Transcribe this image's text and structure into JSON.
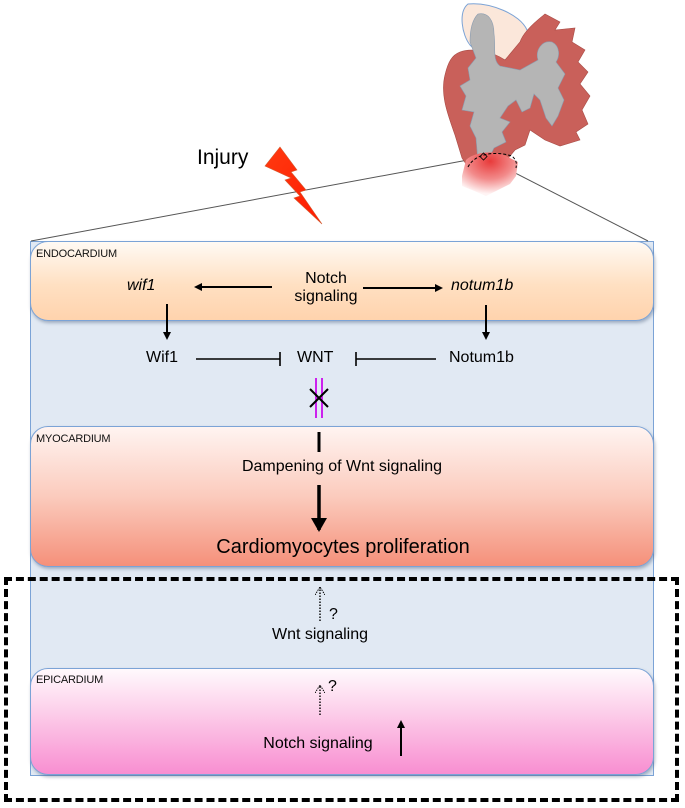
{
  "figure": {
    "injury_label": "Injury",
    "icons": {
      "heart": "heart-illustration",
      "injury": "lightning-bolt-icon"
    },
    "colors": {
      "lightning": "#ff2a00",
      "heart_muscle": "#c9605a",
      "heart_chamber": "#b5b5b5",
      "injury_zone": "#f05050",
      "panel_background": "#e1e9f3",
      "panel_border": "#7ba3d6",
      "endocardium": "#ffd3ad",
      "myocardium": "#f5907a",
      "epicardium": "#f88ed1",
      "blocked_marker": "#cc22ee"
    }
  },
  "endocardium": {
    "region_label": "ENDOCARDIUM",
    "center_label_line1": "Notch",
    "center_label_line2": "signaling",
    "left_gene": "wif1",
    "right_gene": "notum1b"
  },
  "interstitial": {
    "left_protein": "Wif1",
    "center_target": "WNT",
    "right_protein": "Notum1b"
  },
  "myocardium": {
    "region_label": "MYOCARDIUM",
    "effect": "Dampening of Wnt signaling",
    "outcome": "Cardiomyocytes proliferation"
  },
  "lower": {
    "question_mark_upper": "?",
    "wnt_label": "Wnt signaling",
    "question_mark_lower": "?"
  },
  "epicardium": {
    "region_label": "EPICARDIUM",
    "label": "Notch signaling"
  }
}
